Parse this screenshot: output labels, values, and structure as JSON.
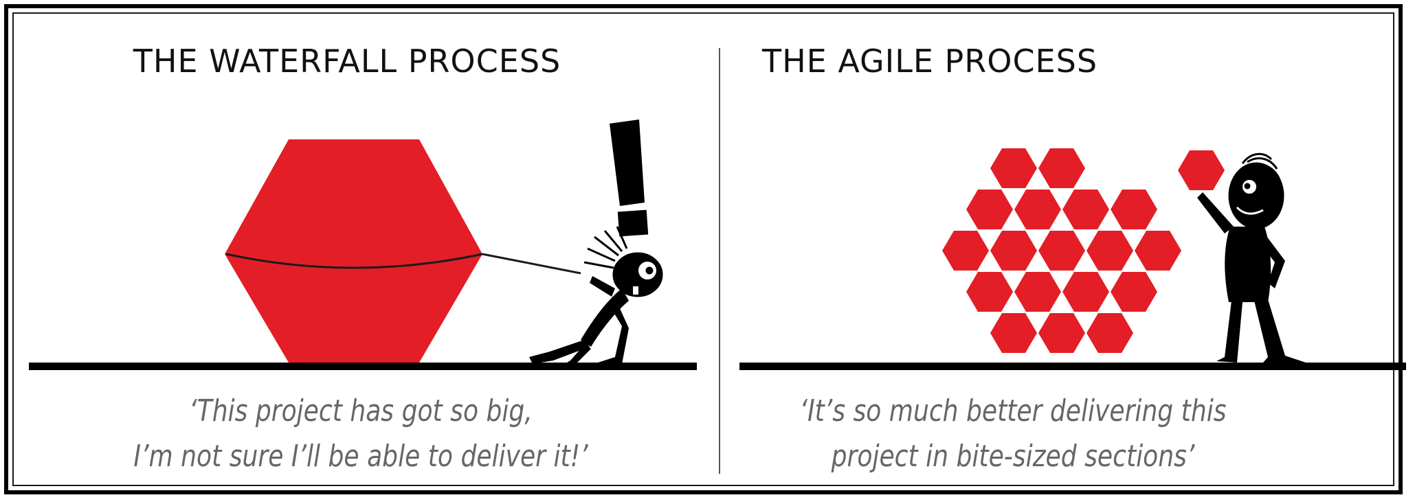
{
  "waterfall": {
    "title": "THE WATERFALL PROCESS",
    "quote_line_1": "‘This project has got so big,",
    "quote_line_2": "I’m not sure I’ll be able to deliver it!’"
  },
  "agile": {
    "title": "THE AGILE PROCESS",
    "quote_line_1": "‘It’s so much better delivering this",
    "quote_line_2": "project in bite-sized sections’"
  },
  "colors": {
    "hexagon_red": "#e31e26",
    "quote_gray": "#666666",
    "ink": "#000000"
  },
  "icons": {
    "big_block": "large-red-hexagon-icon",
    "small_blocks": "small-red-hexagon-icon",
    "exclamation": "exclamation-mark-icon",
    "pulling_figure": "struggling-stick-figure-icon",
    "happy_figure": "happy-stick-figure-icon"
  }
}
